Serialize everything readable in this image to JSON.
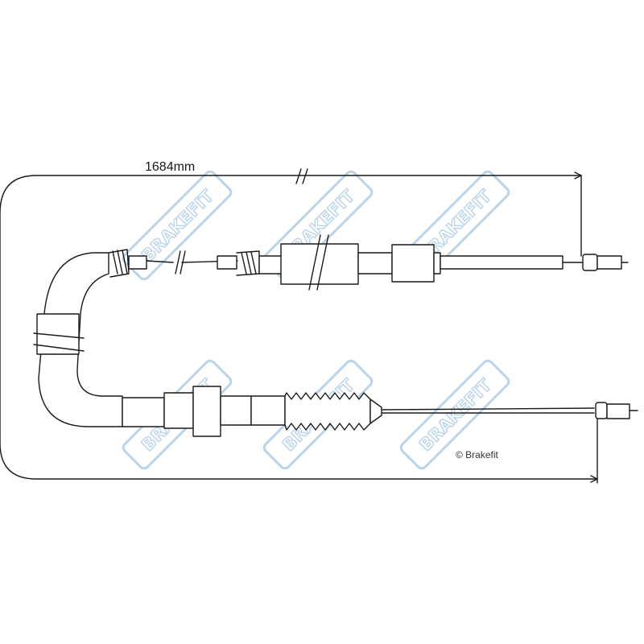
{
  "dimension": {
    "length_label": "1684mm"
  },
  "watermark": {
    "text": "BRAKEFIT",
    "color": "#b9d3ea"
  },
  "copyright": {
    "text": "© Brakefit"
  },
  "colors": {
    "line": "#1a1a1a"
  }
}
